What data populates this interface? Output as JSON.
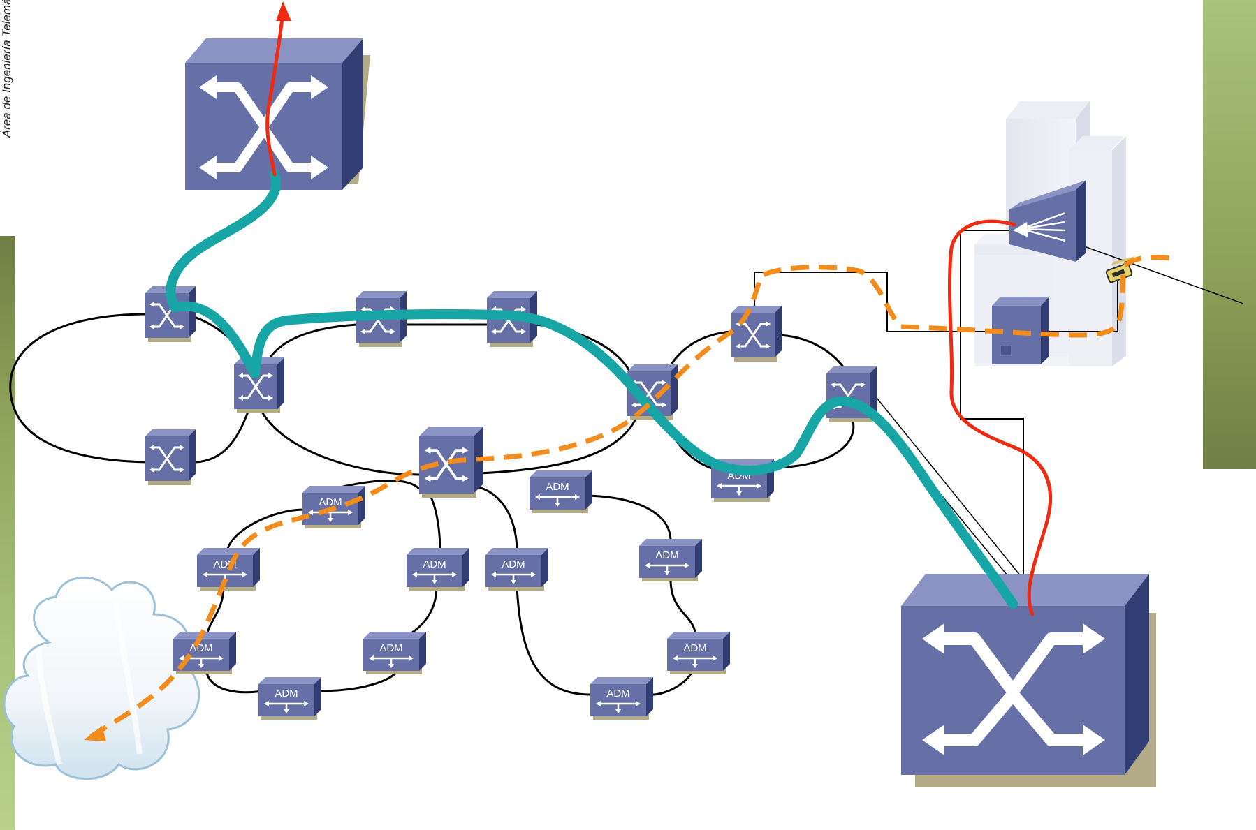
{
  "side_label": "Área de Ingeniería Telemática",
  "adm_label": "ADM",
  "colors": {
    "device_front": "#6670a6",
    "device_top": "#8a93c4",
    "device_side": "#323e73",
    "shadow": "#b3aa86",
    "path_teal": "#17a5a5",
    "path_red": "#ee2a10",
    "path_orange": "#f28c1c",
    "panel_green": "#8ea35a"
  },
  "nodes": {
    "cross_connects": [
      "dxc-top-left",
      "dxc-bottom-right",
      "dxc-ring-a",
      "dxc-ring-b",
      "dxc-ring-c",
      "dxc-ring-d",
      "dxc-ring-e",
      "dxc-ring-f",
      "dxc-ring-g",
      "dxc-ring-h",
      "dxc-ring-i",
      "dxc-ring-j"
    ],
    "adms": [
      "adm-1",
      "adm-2",
      "adm-3",
      "adm-4",
      "adm-5",
      "adm-6",
      "adm-7",
      "adm-8",
      "adm-9",
      "adm-10",
      "adm-11",
      "adm-12",
      "adm-13"
    ]
  }
}
